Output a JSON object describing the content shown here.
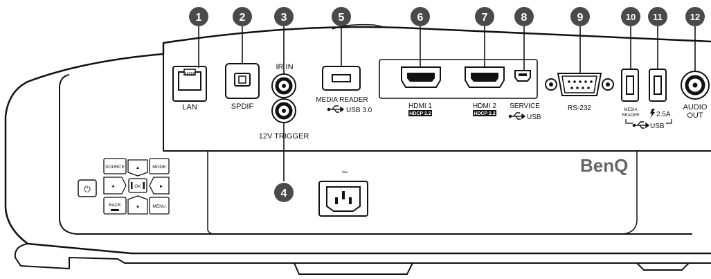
{
  "callouts": [
    "1",
    "2",
    "3",
    "4",
    "5",
    "6",
    "7",
    "8",
    "9",
    "10",
    "11",
    "12"
  ],
  "ports": {
    "lan": "LAN",
    "spdif": "SPDIF",
    "ir_in": "IR IN",
    "trigger": "12V TRIGGER",
    "media_reader": "MEDIA READER",
    "usb30": "USB 3.0",
    "hdmi1": "HDMI 1",
    "hdmi2": "HDMI 2",
    "hdcp": "HDCP 2.2",
    "service": "SERVICE",
    "usb": "USB",
    "rs232": "RS-232",
    "media_reader_small_1": "MEDIA",
    "media_reader_small_2": "READER",
    "power_25a": "2.5A",
    "usb_group": "USB",
    "audio_1": "AUDIO",
    "audio_2": "OUT"
  },
  "keypad": {
    "source": "SOURCE",
    "mode": "MODE",
    "ok": "OK",
    "back": "BACK",
    "menu": "MENU",
    "up": "▲",
    "down": "▼",
    "left": "◄",
    "right": "►"
  },
  "power_symbol": "⏻",
  "ac_symbol": "~",
  "brand": "BenQ",
  "colors": {
    "outline": "#111111",
    "callout_fill": "#4a4a4a",
    "logo": "#666666"
  }
}
